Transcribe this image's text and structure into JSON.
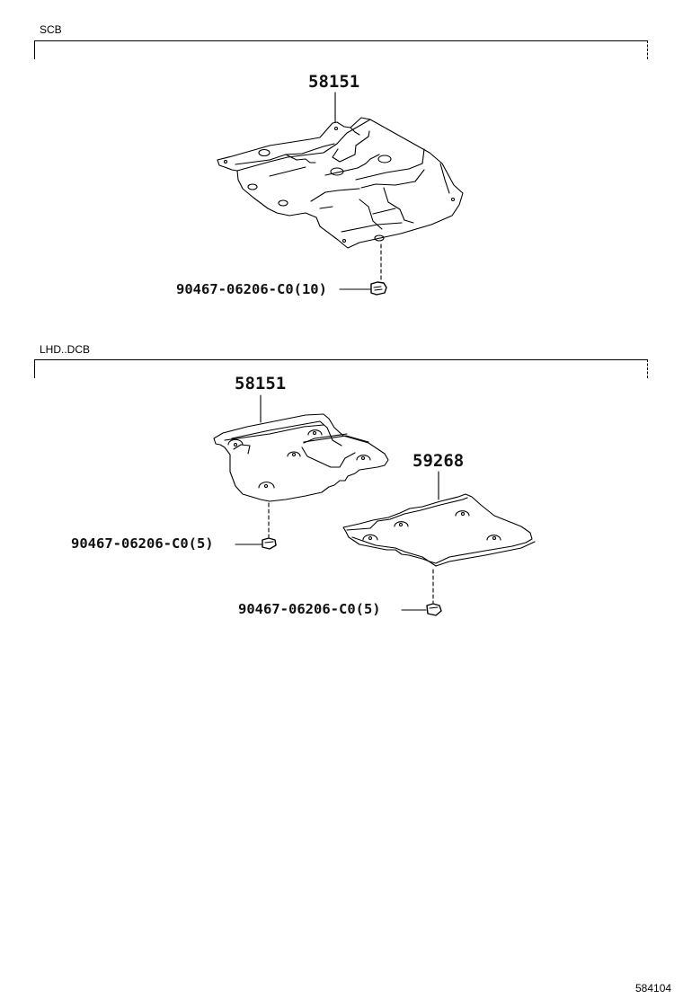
{
  "sections": [
    {
      "label": "SCB",
      "parts": [
        {
          "part_number": "58151"
        },
        {
          "fastener": "90467-06206-C0",
          "qty": "(10)",
          "label": "90467-06206-C0(10)"
        }
      ]
    },
    {
      "label": "LHD..DCB",
      "parts": [
        {
          "part_number": "58151"
        },
        {
          "fastener": "90467-06206-C0",
          "qty": "(5)",
          "label": "90467-06206-C0(5)"
        },
        {
          "part_number": "59268"
        },
        {
          "fastener": "90467-06206-C0",
          "qty": "(5)",
          "label": "90467-06206-C0(5)"
        }
      ]
    }
  ],
  "footer": {
    "diagram_code": "584104"
  }
}
